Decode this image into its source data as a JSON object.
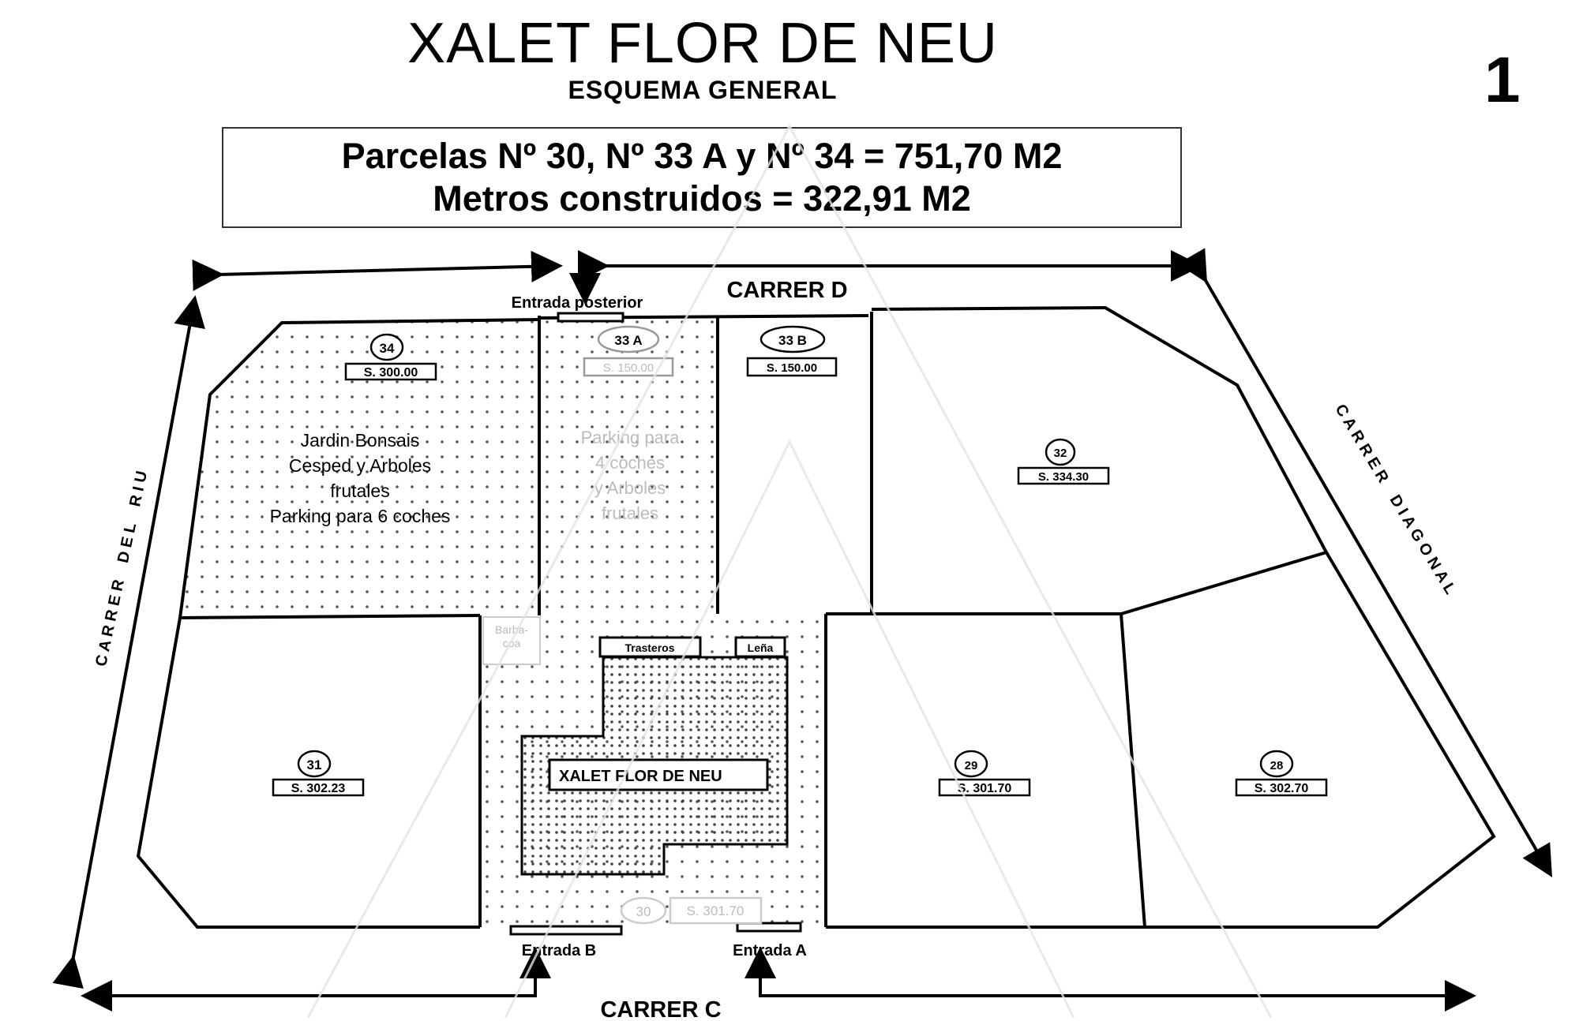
{
  "header": {
    "title": "XALET FLOR DE NEU",
    "subtitle": "ESQUEMA GENERAL",
    "page_number": "1"
  },
  "summary": {
    "line1": "Parcelas Nº 30, Nº 33 A y Nº 34 = 751,70 M2",
    "line2": "Metros construidos = 322,91 M2"
  },
  "streets": {
    "top": "CARRER D",
    "bottom": "CARRER C",
    "left": "C A R R E R    D E L    R I U",
    "right": "C A R R E R    D I A G O N A L"
  },
  "entrances": {
    "rear": "Entrada posterior",
    "b": "Entrada B",
    "a": "Entrada A"
  },
  "parcels": [
    {
      "id": "34",
      "surface": "S. 300.00",
      "notes": [
        "Jardin Bonsais",
        "Cesped y Arboles",
        "frutales",
        "Parking para 6 coches"
      ]
    },
    {
      "id": "33 A",
      "surface": "S. 150.00",
      "notes": [
        "Parking para",
        "4 coches",
        "y Arboles",
        "frutales"
      ]
    },
    {
      "id": "33 B",
      "surface": "S. 150.00"
    },
    {
      "id": "32",
      "surface": "S. 334.30"
    },
    {
      "id": "31",
      "surface": "S. 302.23"
    },
    {
      "id": "30",
      "surface": "S. 301.70"
    },
    {
      "id": "29",
      "surface": "S. 301.70"
    },
    {
      "id": "28",
      "surface": "S. 302.70"
    }
  ],
  "structures": {
    "barbacoa_line1": "Barba-",
    "barbacoa_line2": "coa",
    "trasteros": "Trasteros",
    "lena": "Leña",
    "house": "XALET FLOR DE NEU"
  },
  "colors": {
    "line": "#000000",
    "watermark": "#d8d8d8",
    "background": "#ffffff"
  }
}
